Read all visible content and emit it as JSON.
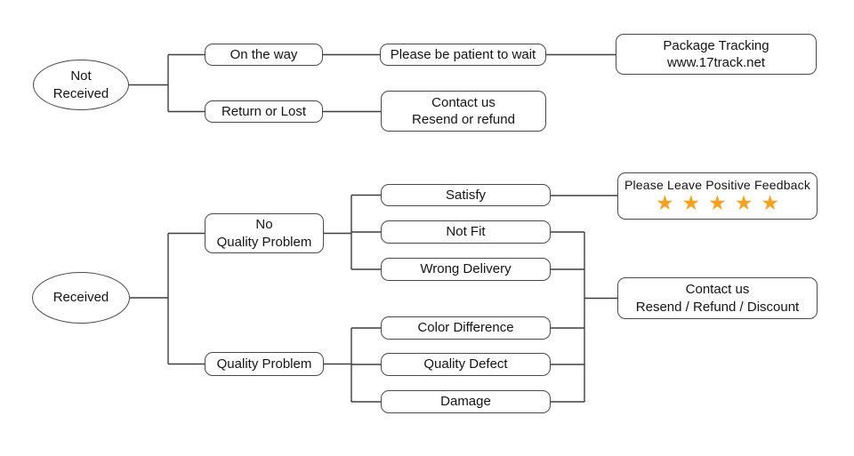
{
  "colors": {
    "line": "#3f3f3f",
    "node_border": "#4a4a4a",
    "text": "#141414",
    "star": "#F8A11C",
    "background": "#ffffff"
  },
  "nodes": {
    "not_received": {
      "lines": [
        "Not",
        "Received"
      ]
    },
    "on_the_way": {
      "lines": [
        "On the way"
      ]
    },
    "return_or_lost": {
      "lines": [
        "Return or Lost"
      ]
    },
    "please_be_patient": {
      "lines": [
        "Please be patient to wait"
      ]
    },
    "package_tracking": {
      "lines": [
        "Package Tracking",
        "www.17track.net"
      ]
    },
    "contact_resend_refund": {
      "lines": [
        "Contact us",
        "Resend or refund"
      ]
    },
    "received": {
      "lines": [
        "Received"
      ]
    },
    "no_quality_problem": {
      "lines": [
        "No",
        "Quality Problem"
      ]
    },
    "quality_problem": {
      "lines": [
        "Quality Problem"
      ]
    },
    "satisfy": {
      "lines": [
        "Satisfy"
      ]
    },
    "not_fit": {
      "lines": [
        "Not Fit"
      ]
    },
    "wrong_delivery": {
      "lines": [
        "Wrong Delivery"
      ]
    },
    "color_difference": {
      "lines": [
        "Color Difference"
      ]
    },
    "quality_defect": {
      "lines": [
        "Quality Defect"
      ]
    },
    "damage": {
      "lines": [
        "Damage"
      ]
    },
    "positive_feedback": {
      "lines": [
        "Please Leave Positive Feedback"
      ],
      "stars": "★★★★★",
      "rating": 5
    },
    "contact_resend_refund_discount": {
      "lines": [
        "Contact us",
        "Resend / Refund / Discount"
      ]
    }
  }
}
